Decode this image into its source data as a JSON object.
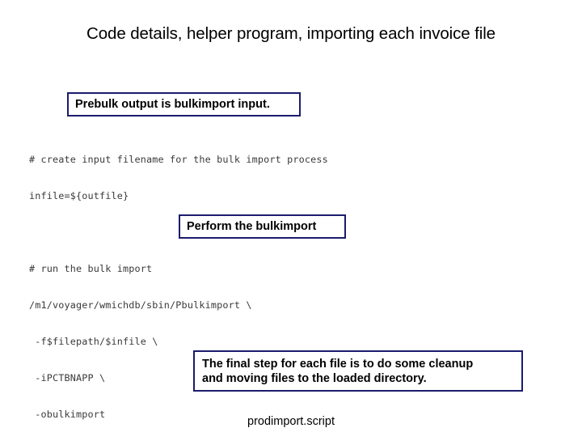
{
  "slide": {
    "title": "Code details, helper program, importing each invoice file",
    "footer_caption": "prodimport.script",
    "accent_border_color": "#1b1b6e",
    "background_color": "#ffffff",
    "code_text_color": "#3a3a3a"
  },
  "callouts": [
    {
      "id": "prebulk",
      "text": "Prebulk output is bulkimport input."
    },
    {
      "id": "perform",
      "text": "Perform the bulkimport"
    },
    {
      "id": "final",
      "line1": "The final step for each file is to do some cleanup",
      "line2": "and moving files to the loaded directory."
    }
  ],
  "code": {
    "lines": [
      "# create input filename for the bulk import process",
      "infile=${outfile}",
      "",
      "# run the bulk import",
      "/m1/voyager/wmichdb/sbin/Pbulkimport \\",
      " -f$filepath/$infile \\",
      " -iPCTBNAPP \\",
      " -obulkimport"
    ]
  }
}
